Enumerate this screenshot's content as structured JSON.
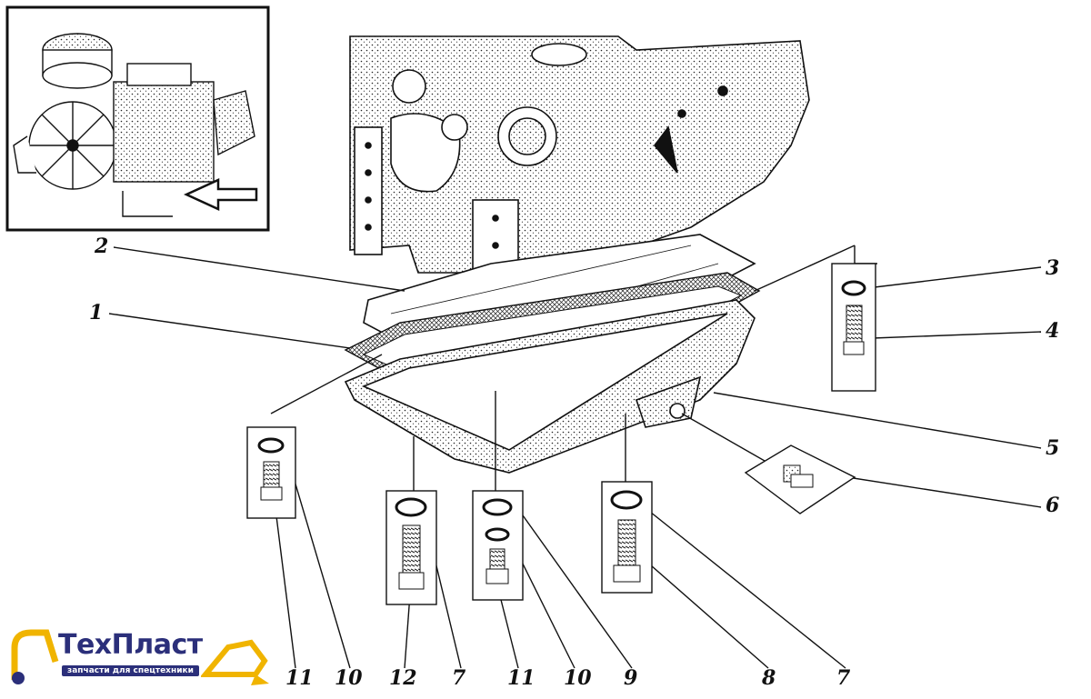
{
  "diagram": {
    "callouts": [
      "1",
      "2",
      "3",
      "4",
      "5",
      "6",
      "7",
      "7",
      "8",
      "9",
      "10",
      "10",
      "11",
      "11",
      "12"
    ],
    "colors": {
      "line": "#111111",
      "paper": "#ffffff",
      "brand": "#2b2f7a",
      "accent": "#f0b400"
    }
  },
  "logo": {
    "name": "ТехПласт",
    "tagline": "запчасти для спецтехники"
  }
}
